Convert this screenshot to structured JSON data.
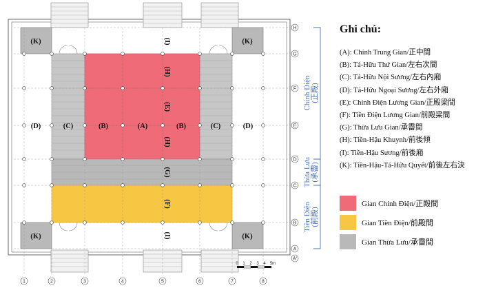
{
  "colors": {
    "chinh_dien": "#ef6b78",
    "tien_dien": "#f7c744",
    "thua_luu": "#b9b9b9",
    "axis_blue": "#4d6fb0",
    "line": "#555555"
  },
  "legend": {
    "title": "Ghi chú:",
    "items": [
      "(A):  Chính Trung Gian/正中間",
      "(B):  Tả-Hữu Thứ Gian/左右次間",
      "(C): Tả-Hữu Nội Sương/左右內廂",
      "(D): Tả-Hữu Ngoại Sương/左右外廂",
      "(E):  Chính Điện Lương Gian/正殿梁間",
      "(F):  Tiền Điện Lương Gian/前殿梁間",
      "(G):  Thừa Lưu Gian/承霤間",
      "(H):  Tiền-Hậu Khuynh/前後傾",
      "(I):  Tiền-Hậu Sương/前後廂",
      "(K):  Tiền-Hậu-Tả-Hữu Quyết/前後左右決"
    ],
    "swatches": [
      {
        "label": "Gian Chính Điện/正殿間"
      },
      {
        "label": "Gian Tiền Điện/前殿間"
      },
      {
        "label": "Gian Thừa Lưu/承霤間"
      }
    ]
  },
  "zones": {
    "chinh_dien": "Chính Điện",
    "chinh_dien_han": "(正殿)",
    "thua_luu": "Thừa Lưu",
    "thua_luu_han": "(承霤)",
    "tien_dien": "Tiền Điện",
    "tien_dien_han": "(前殿)"
  },
  "plan_labels": {
    "K": "(K)",
    "I": "(I)",
    "H": "(H)",
    "E": "(E)",
    "G": "(G)",
    "F": "(F)",
    "A": "(A)",
    "B": "(B)",
    "C": "(C)",
    "D": "(D)"
  },
  "row_axes": [
    "H",
    "G",
    "F",
    "E",
    "D",
    "C",
    "B",
    "A",
    "A'"
  ],
  "col_axes": [
    "1",
    "2",
    "3",
    "4",
    "5",
    "6",
    "7",
    "8"
  ],
  "scale": {
    "ticks": [
      "0",
      "1",
      "2",
      "3",
      "4",
      "5m"
    ]
  }
}
